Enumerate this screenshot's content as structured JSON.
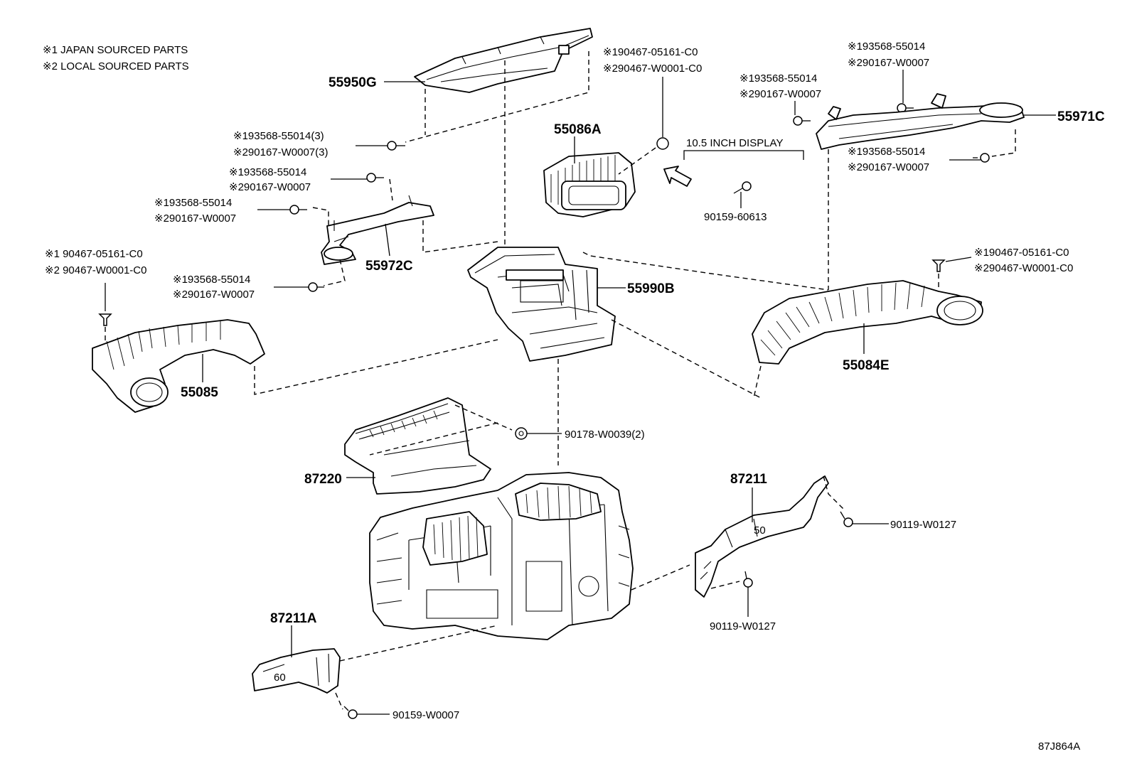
{
  "legend": {
    "line1": "※1 JAPAN SOURCED PARTS",
    "line2": "※2 LOCAL SOURCED PARTS"
  },
  "callouts": {
    "display_note": "10.5 INCH DISPLAY",
    "diagram_id": "87J864A"
  },
  "parts": {
    "p55950G": "55950G",
    "p55086A": "55086A",
    "p55971C": "55971C",
    "p55972C": "55972C",
    "p55990B": "55990B",
    "p55085": "55085",
    "p55084E": "55084E",
    "p87220": "87220",
    "p87211": "87211",
    "p87211A": "87211A"
  },
  "fasteners": {
    "screw_top_1": "※193568-55014(3)",
    "screw_top_2": "※290167-W0007(3)",
    "screw_l1_1": "※193568-55014",
    "screw_l1_2": "※290167-W0007",
    "screw_l2_1": "※193568-55014",
    "screw_l2_2": "※290167-W0007",
    "screw_l3_1": "※193568-55014",
    "screw_l3_2": "※290167-W0007",
    "clip_left_1": "※1 90467-05161-C0",
    "clip_left_2": "※2 90467-W0001-C0",
    "clip_center_1": "※190467-05161-C0",
    "clip_center_2": "※290467-W0001-C0",
    "screw_r1_1": "※193568-55014",
    "screw_r1_2": "※290167-W0007",
    "screw_r2_1": "※193568-55014",
    "screw_r2_2": "※290167-W0007",
    "screw_r3_1": "※193568-55014",
    "screw_r3_2": "※290167-W0007",
    "clip_right_1": "※190467-05161-C0",
    "clip_right_2": "※290467-W0001-C0",
    "bolt_display": "90159-60613",
    "nut_87220": "90178-W0039(2)",
    "bolt_87211_a": "90119-W0127",
    "bolt_87211_b": "90119-W0127",
    "bolt_87211A": "90159-W0007"
  },
  "icons": {
    "arrow": "arrow-pointer-icon",
    "screw": "screw-icon",
    "clip": "clip-icon",
    "nut": "nut-icon"
  }
}
